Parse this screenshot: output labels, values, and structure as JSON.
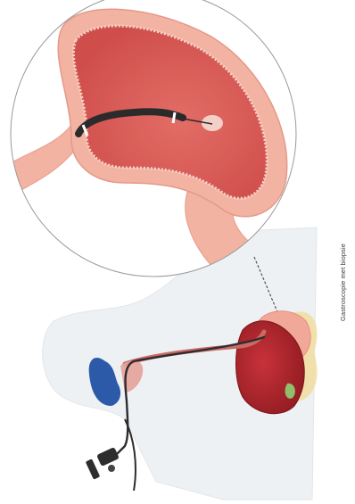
{
  "caption": "Gastroscopie met biopsie",
  "colors": {
    "body_silhouette": "#eef1f4",
    "stomach_outer": "#f2b3a3",
    "stomach_inner": "#d95c57",
    "liver": "#b3242c",
    "mouth_blue": "#2c5aa8",
    "scope": "#2d2d2d",
    "background": "#ffffff"
  },
  "icons": [
    "magnified-stomach-lens",
    "endoscope-icon",
    "liver-shape",
    "stomach-shape"
  ]
}
